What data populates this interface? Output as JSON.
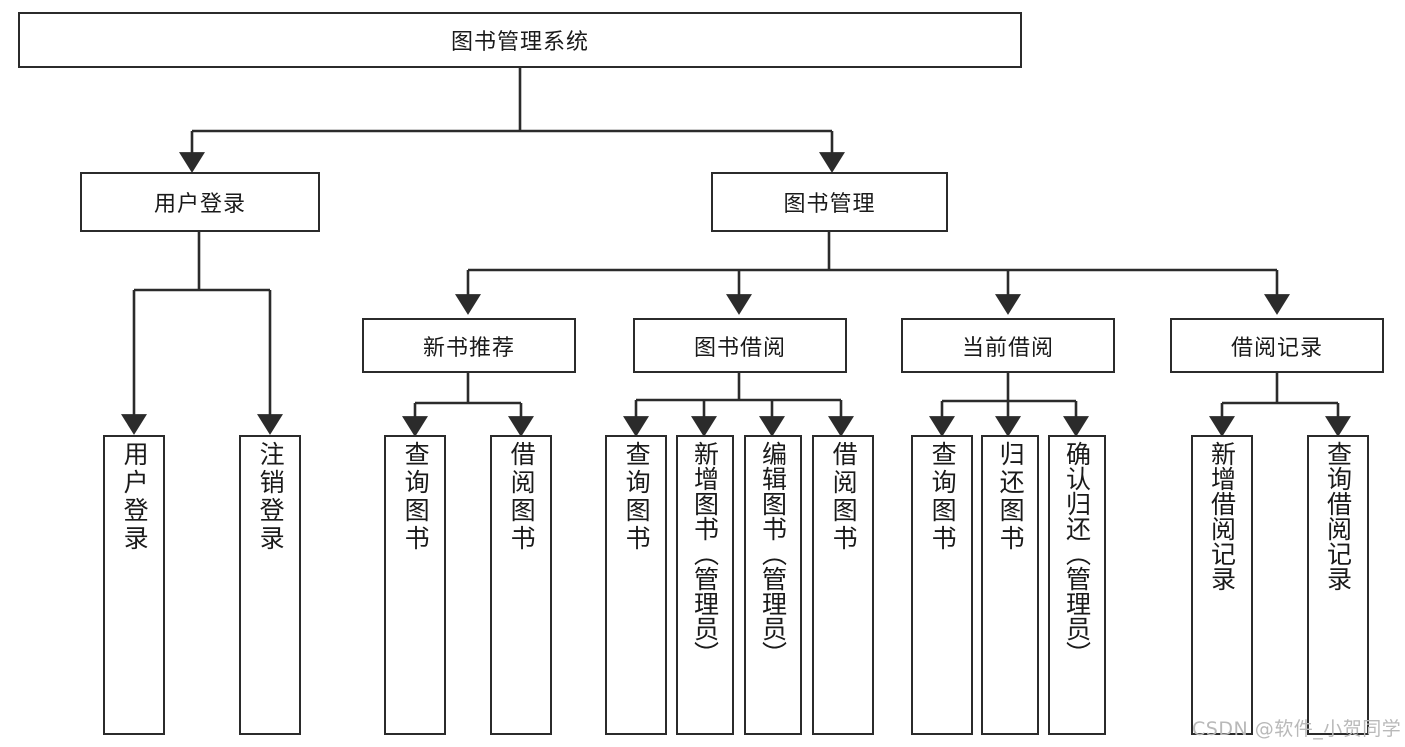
{
  "diagram": {
    "title": "图书管理系统",
    "type": "tree-hierarchy",
    "root": {
      "label": "图书管理系统"
    },
    "level2": [
      {
        "label": "用户登录"
      },
      {
        "label": "图书管理"
      }
    ],
    "level3": [
      {
        "label": "新书推荐"
      },
      {
        "label": "图书借阅"
      },
      {
        "label": "当前借阅"
      },
      {
        "label": "借阅记录"
      }
    ],
    "leaves": {
      "user_login": [
        {
          "label": "用户登录"
        },
        {
          "label": "注销登录"
        }
      ],
      "new_book_recommend": [
        {
          "label": "查询图书"
        },
        {
          "label": "借阅图书"
        }
      ],
      "book_borrow": [
        {
          "label": "查询图书"
        },
        {
          "label": "新增图书（管理员）"
        },
        {
          "label": "编辑图书（管理员）"
        },
        {
          "label": "借阅图书"
        }
      ],
      "current_borrow": [
        {
          "label": "查询图书"
        },
        {
          "label": "归还图书"
        },
        {
          "label": "确认归还（管理员）"
        }
      ],
      "borrow_records": [
        {
          "label": "新增借阅记录"
        },
        {
          "label": "查询借阅记录"
        }
      ]
    }
  },
  "watermark": {
    "text": "CSDN @软件_小贺同学"
  },
  "colors": {
    "border": "#2b2b2b",
    "background": "#ffffff",
    "text": "#1a1a1a",
    "watermark": "#b9b9b9"
  }
}
